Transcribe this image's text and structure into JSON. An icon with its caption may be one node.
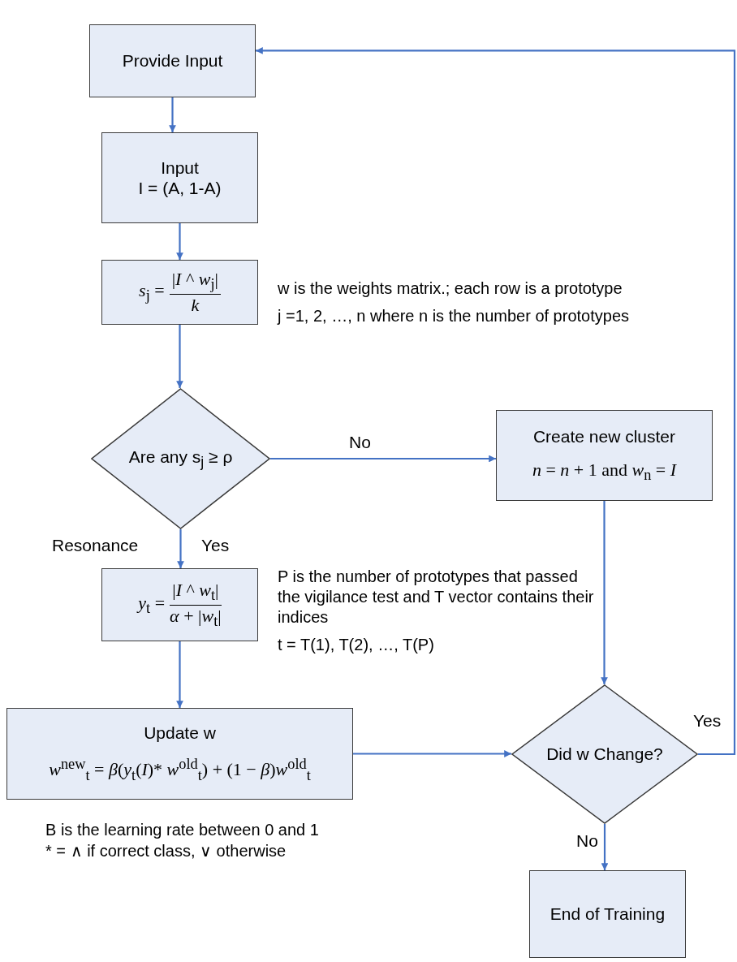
{
  "diagram": {
    "nodes": [
      {
        "text": [
          "Provide Input"
        ]
      },
      {
        "text": [
          "Input",
          "I = (A, 1-A)"
        ]
      },
      {
        "text": [
          "*s*$_{j}$ =",
          "|*I* ^ *w*$_{j}$|",
          "*k*"
        ],
        "beside": [
          "w is the weights matrix.; each row is a prototype",
          "j =1, 2, …, n where n is the number of prototypes"
        ]
      },
      {
        "text": [
          "Are any s$_{j}$ ≥ ρ"
        ]
      },
      {
        "text": [
          "Create new cluster",
          "*n* = *n* + 1 and  *w*$_{n}$ = *I*"
        ]
      },
      {
        "text": [
          "*y*$_{t}$ =",
          "|*I* ^ *w*$_{t}$|",
          "*α* + |*w*$_{t}$|"
        ],
        "beside": [
          "P is the number of prototypes that passed the vigilance test and T vector contains their indices",
          "t = T(1), T(2), …, T(P)"
        ]
      },
      {
        "text": [
          "Update w",
          "*w*$^{new}$$_{t}$ = *β*(*y*$_{t}$(*I*)* *w*$^{old}$$_{t}$) + (1 − *β*)*w*$^{old}$$_{t}$"
        ],
        "beside": [
          "B is the learning rate between 0 and 1",
          "* = ∧ if correct class, ∨ otherwise"
        ]
      },
      {
        "text": [
          "Did w Change?"
        ]
      },
      {
        "text": [
          "End of Training"
        ]
      }
    ],
    "edges": [
      {
        "from": 0,
        "to": 1,
        "arrow": "to"
      },
      {
        "from": 1,
        "to": 2,
        "arrow": "to"
      },
      {
        "from": 2,
        "to": 3,
        "arrow": "to"
      },
      {
        "from": 3,
        "to": 4,
        "arrow": "to",
        "label": "No"
      },
      {
        "from": 3,
        "to": 5,
        "arrow": "to",
        "label": "Yes"
      },
      {
        "from": 5,
        "to": 6,
        "arrow": "to"
      },
      {
        "from": 6,
        "to": 7,
        "arrow": "to"
      },
      {
        "from": 4,
        "to": 7,
        "arrow": "to"
      },
      {
        "from": 7,
        "to": 0,
        "arrow": "to",
        "label": "Yes"
      },
      {
        "from": 7,
        "to": 8,
        "arrow": "to",
        "label": "No"
      }
    ],
    "labels": [
      "Resonance"
    ]
  }
}
